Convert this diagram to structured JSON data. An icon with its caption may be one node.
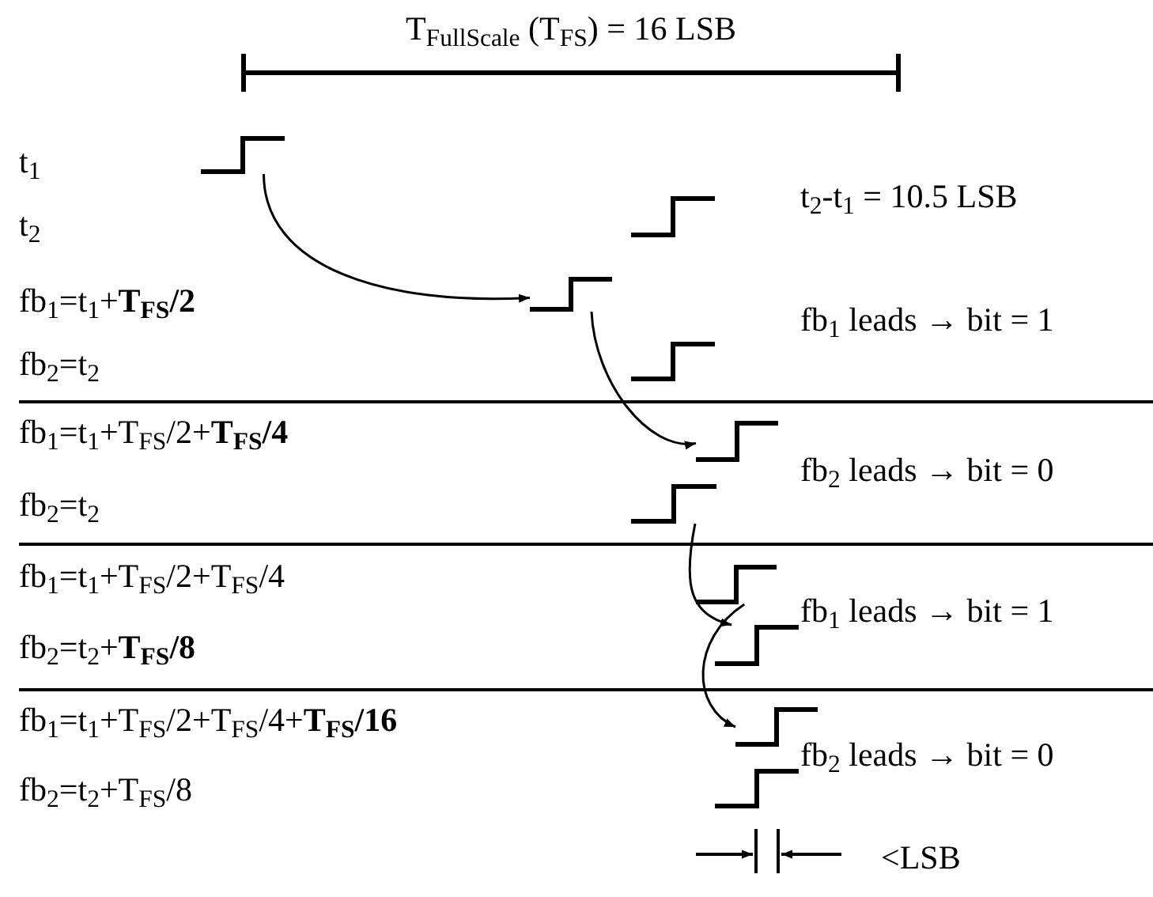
{
  "diagram": {
    "nodes": [
      {
        "text": [],
        "shape": "step"
      },
      {
        "text": [],
        "shape": "step"
      },
      {
        "text": [],
        "shape": "step"
      },
      {
        "text": [],
        "shape": "step"
      },
      {
        "text": [],
        "shape": "step"
      },
      {
        "text": [],
        "shape": "step"
      },
      {
        "text": [],
        "shape": "step"
      },
      {
        "text": [],
        "shape": "step"
      },
      {
        "text": [],
        "shape": "step"
      },
      {
        "text": [],
        "shape": "step"
      }
    ],
    "edges": [
      {
        "from": 0,
        "to": 2,
        "arrow": "to"
      },
      {
        "from": 2,
        "to": 4,
        "arrow": "to"
      },
      {
        "from": 5,
        "to": 7,
        "arrow": "to"
      },
      {
        "from": 6,
        "to": 8,
        "arrow": "to"
      }
    ],
    "labels": [
      "T$_{FullScale}$ (T$_{FS}$) = 16 LSB",
      "t$_{1}$",
      "t$_{2}$",
      "t$_{2}$-t$_{1}$ = 10.5 LSB",
      "fb$_{1}$=t$_{1}$+**T$_{FS}$/2**",
      "fb$_{1}$ leads → bit = 1",
      "fb$_{2}$=t$_{2}$",
      "fb$_{1}$=t$_{1}$+T$_{FS}$/2+**T$_{FS}$/4**",
      "fb$_{2}$ leads → bit = 0",
      "fb$_{2}$=t$_{2}$",
      "fb$_{1}$=t$_{1}$+T$_{FS}$/2+T$_{FS}$/4",
      "fb$_{1}$ leads → bit = 1",
      "fb$_{2}$=t$_{2}$+**T$_{FS}$/8**",
      "fb$_{1}$=t$_{1}$+T$_{FS}$/2+T$_{FS}$/4+**T$_{FS}$/16**",
      "fb$_{2}$ leads → bit = 0",
      "fb$_{2}$=t$_{2}$+T$_{FS}$/8",
      "<LSB"
    ]
  }
}
